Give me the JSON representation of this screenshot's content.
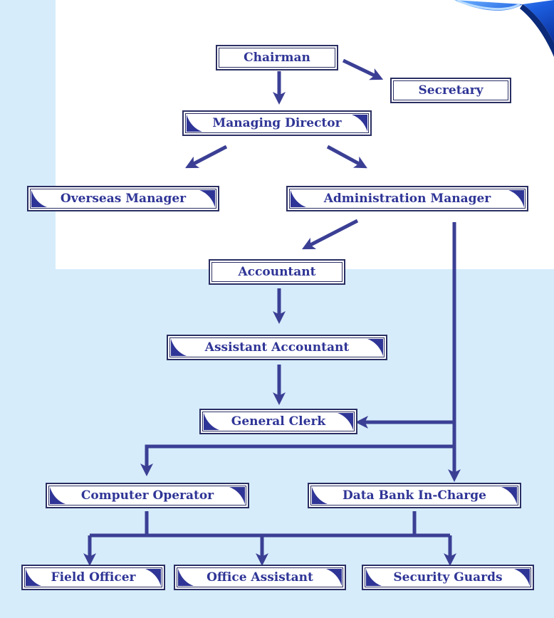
{
  "org_chart": {
    "nodes": {
      "chairman": "Chairman",
      "secretary": "Secretary",
      "managing_director": "Managing Director",
      "overseas_manager": "Overseas Manager",
      "administration_manager": "Administration Manager",
      "accountant": "Accountant",
      "assistant_accountant": "Assistant Accountant",
      "general_clerk": "General Clerk",
      "computer_operator": "Computer Operator",
      "data_bank_in_charge": "Data Bank In-Charge",
      "field_officer": "Field Officer",
      "office_assistant": "Office Assistant",
      "security_guards": "Security Guards"
    },
    "edges": [
      [
        "chairman",
        "secretary"
      ],
      [
        "chairman",
        "managing_director"
      ],
      [
        "managing_director",
        "overseas_manager"
      ],
      [
        "managing_director",
        "administration_manager"
      ],
      [
        "administration_manager",
        "accountant"
      ],
      [
        "administration_manager",
        "general_clerk"
      ],
      [
        "administration_manager",
        "computer_operator"
      ],
      [
        "administration_manager",
        "data_bank_in_charge"
      ],
      [
        "accountant",
        "assistant_accountant"
      ],
      [
        "assistant_accountant",
        "general_clerk"
      ],
      [
        "computer_operator",
        "field_officer"
      ],
      [
        "computer_operator",
        "office_assistant"
      ],
      [
        "data_bank_in_charge",
        "office_assistant"
      ],
      [
        "data_bank_in_charge",
        "security_guards"
      ]
    ]
  },
  "colors": {
    "background": "#d6ecfb",
    "panel": "#ffffff",
    "text": "#2f3596",
    "arrow": "#3b3f94",
    "border": "#2b2f63",
    "decoration": "#2f3596"
  }
}
